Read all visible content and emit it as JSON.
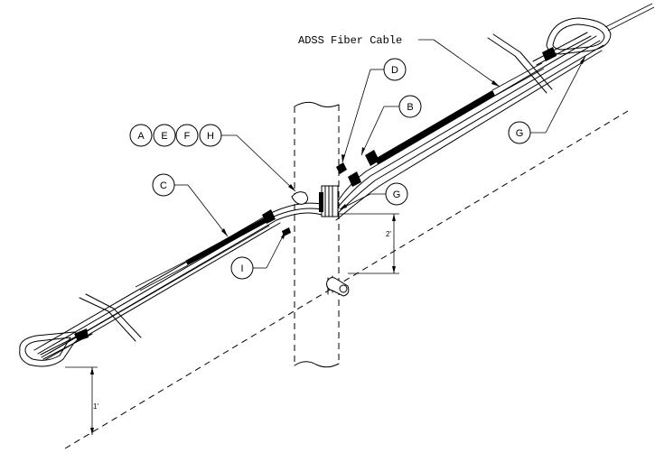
{
  "diagram": {
    "cable_label": "ADSS Fiber Cable",
    "callouts": {
      "a": "A",
      "e": "E",
      "f": "F",
      "h": "H",
      "b": "B",
      "c": "C",
      "d": "D",
      "g_top": "G",
      "g_mid": "G",
      "i": "I"
    },
    "dimensions": {
      "two_ft": "2'",
      "one_ft": "1'"
    }
  }
}
